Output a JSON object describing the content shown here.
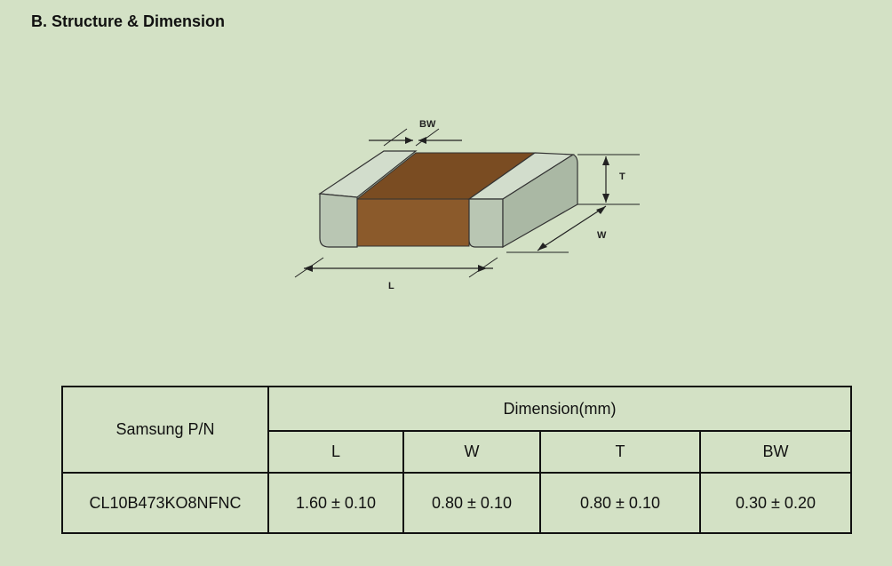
{
  "section_title": "B. Structure & Dimension",
  "figure": {
    "label_bw": "BW",
    "label_t": "T",
    "label_w": "W",
    "label_l": "L",
    "colors": {
      "body": "#8b5a2b",
      "body_top": "#7a4c22",
      "terminal": "#b9c6b3",
      "terminal_top": "#d2ddcc"
    }
  },
  "table": {
    "part_header": "Samsung P/N",
    "group_header": "Dimension(mm)",
    "columns": [
      "L",
      "W",
      "T",
      "BW"
    ],
    "rows": [
      {
        "part_number": "CL10B473KO8NFNC",
        "values": [
          "1.60 ± 0.10",
          "0.80 ± 0.10",
          "0.80 ± 0.10",
          "0.30 ± 0.20"
        ]
      }
    ]
  }
}
